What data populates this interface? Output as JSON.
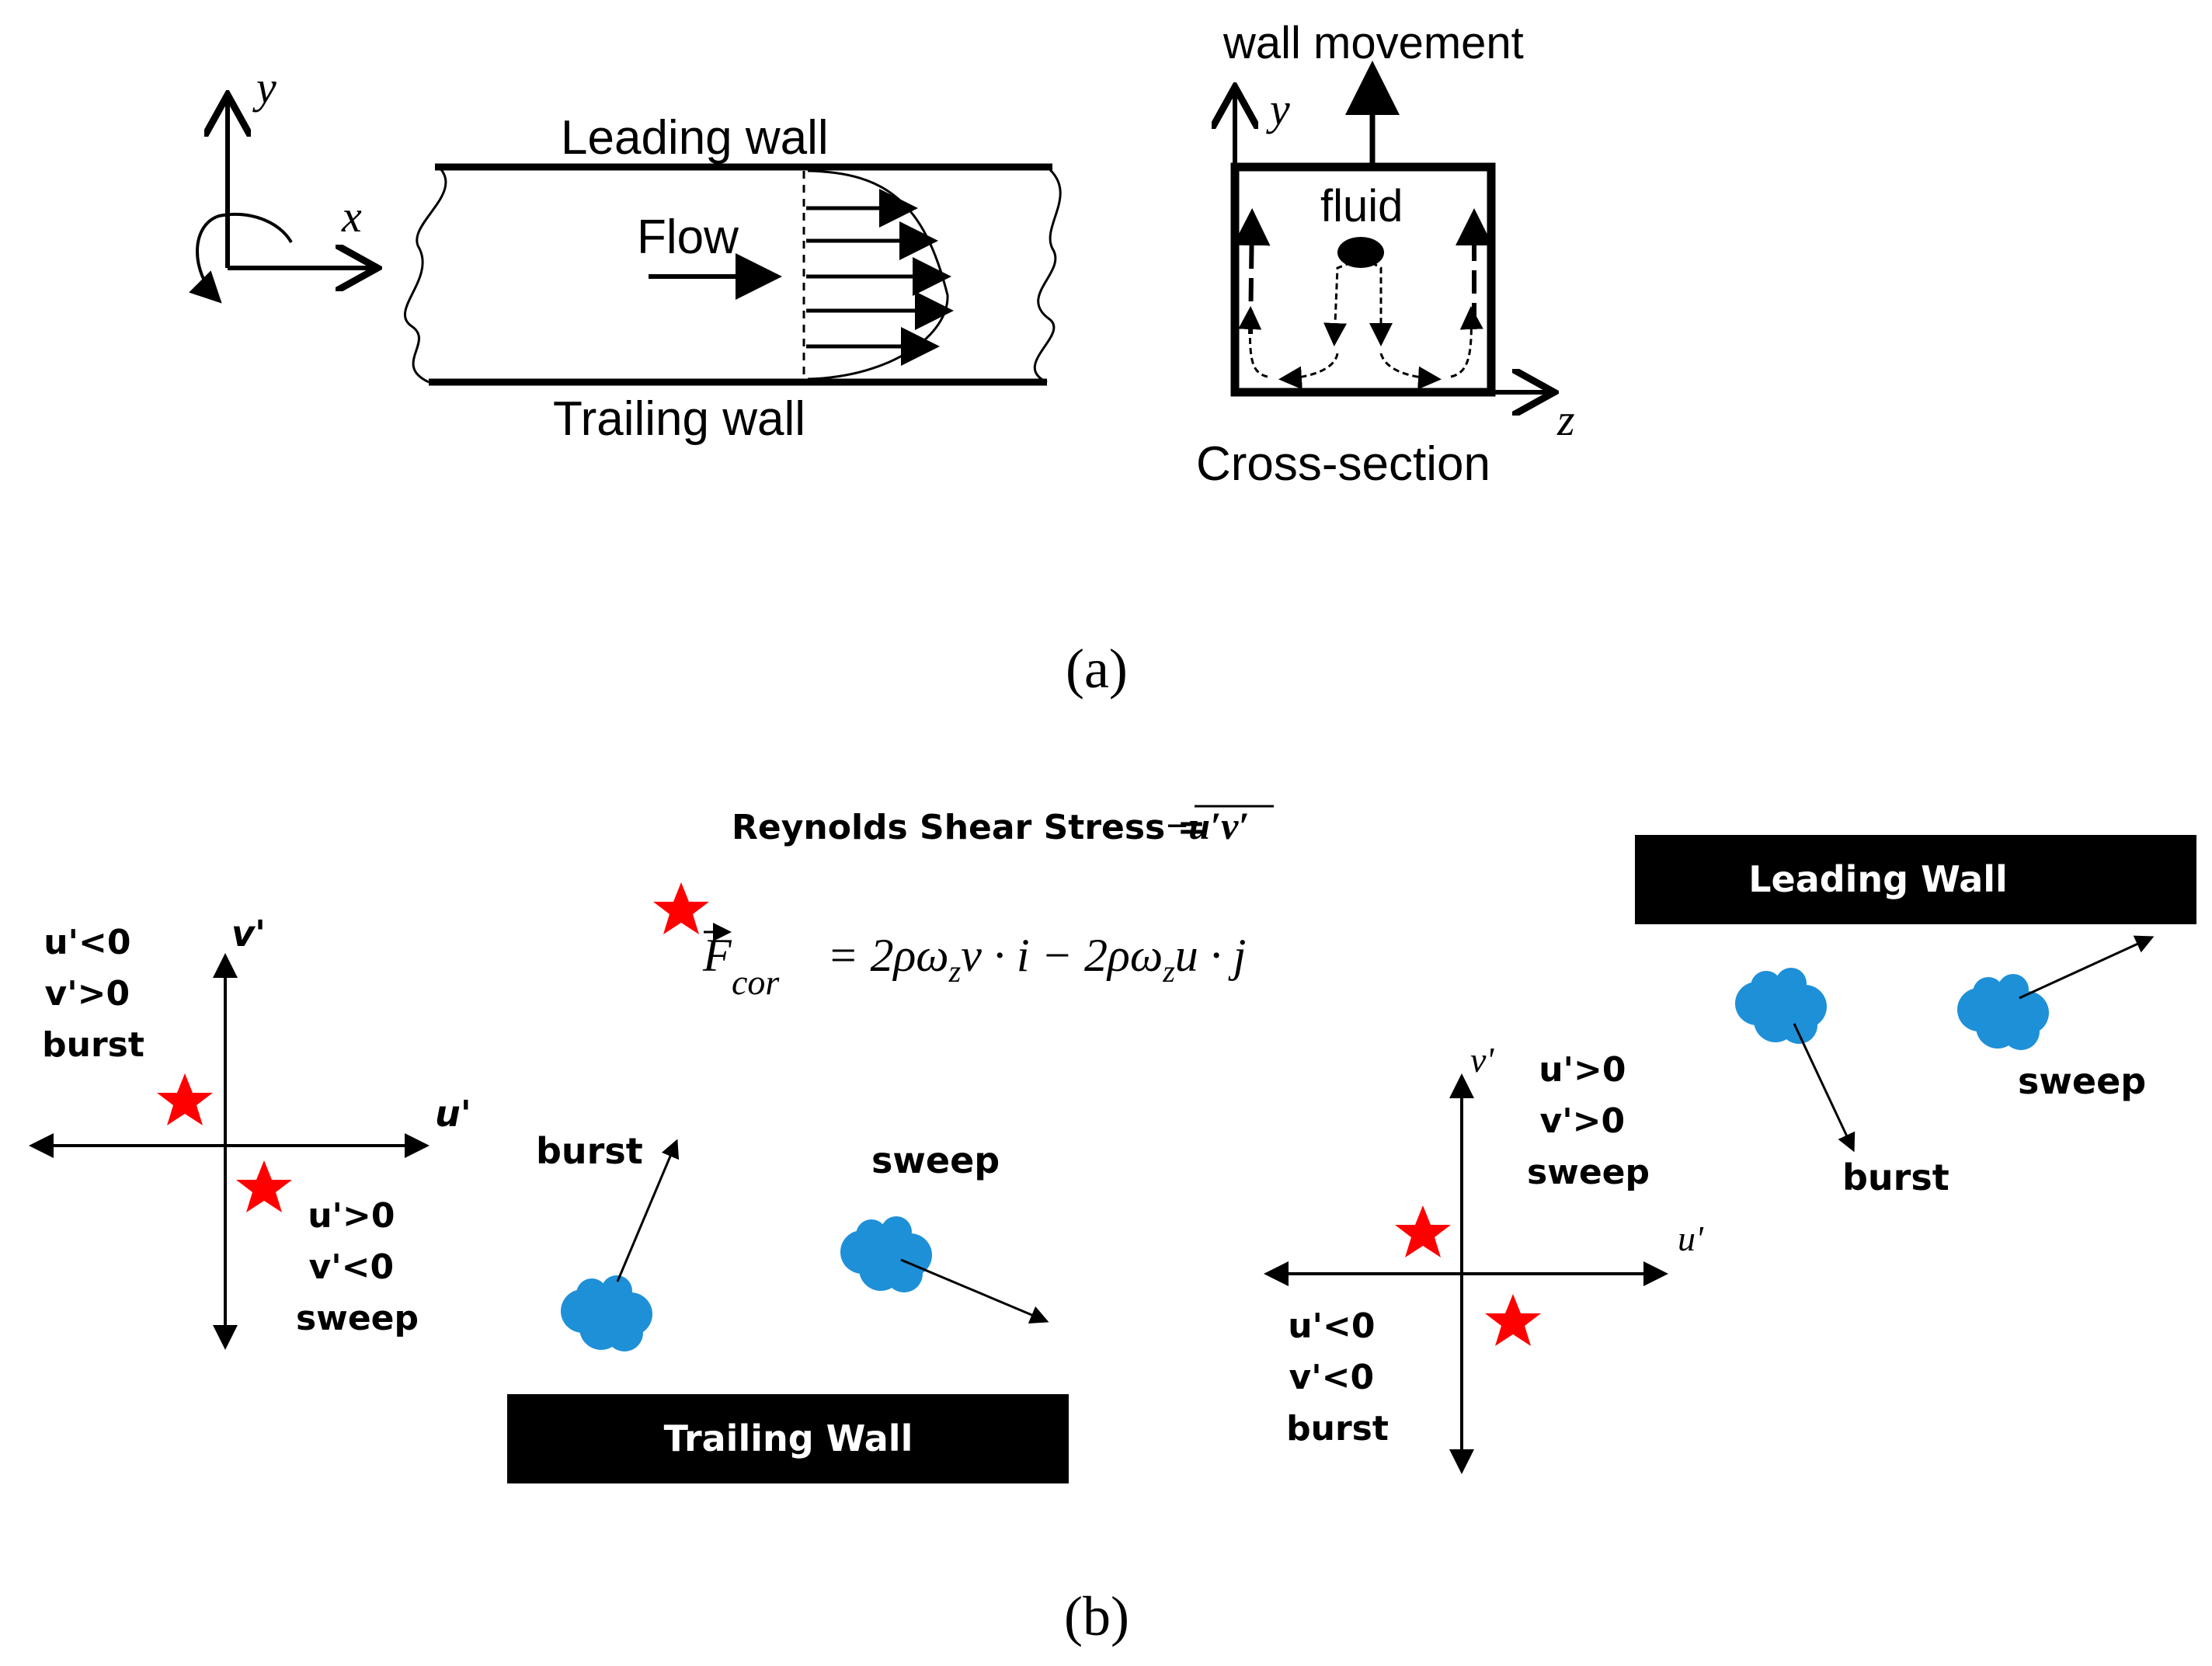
{
  "panel_a": {
    "axis_x": "x",
    "axis_y": "y",
    "leading_wall": "Leading wall",
    "trailing_wall": "Trailing wall",
    "flow": "Flow",
    "wall_movement": "wall movement",
    "fluid": "fluid",
    "cs_axis_y": "y",
    "cs_axis_z": "z",
    "cross_section": "Cross-section",
    "caption": "(a)"
  },
  "panel_b": {
    "reynolds_label": "Reynolds Shear Stress = ",
    "reynolds_expr": "−u′v′",
    "coriolis_lhs": "F",
    "coriolis_sub": "cor",
    "coriolis_rhs": "= 2ρω",
    "coriolis_rhs_sub1": "z",
    "coriolis_rhs_mid": "v · i − 2ρω",
    "coriolis_rhs_sub2": "z",
    "coriolis_rhs_end": "u · j",
    "left_quadrant": {
      "axis_u": "u'",
      "axis_v": "v'",
      "q2": [
        "u'<0",
        "v'>0",
        "burst"
      ],
      "q4": [
        "u'>0",
        "v'<0",
        "sweep"
      ]
    },
    "trailing": {
      "wall_label": "Trailing Wall",
      "burst": "burst",
      "sweep": "sweep"
    },
    "right_quadrant": {
      "axis_u": "u'",
      "axis_v": "v'",
      "q1": [
        "u'>0",
        "v'>0",
        "sweep"
      ],
      "q3": [
        "u'<0",
        "v'<0",
        "burst"
      ]
    },
    "leading": {
      "wall_label": "Leading Wall",
      "burst": "burst",
      "sweep": "sweep"
    },
    "caption": "(b)"
  },
  "colors": {
    "ink": "#000000",
    "star": "#ff0000",
    "eddy": "#1e90d8",
    "wall_fill": "#000000"
  }
}
